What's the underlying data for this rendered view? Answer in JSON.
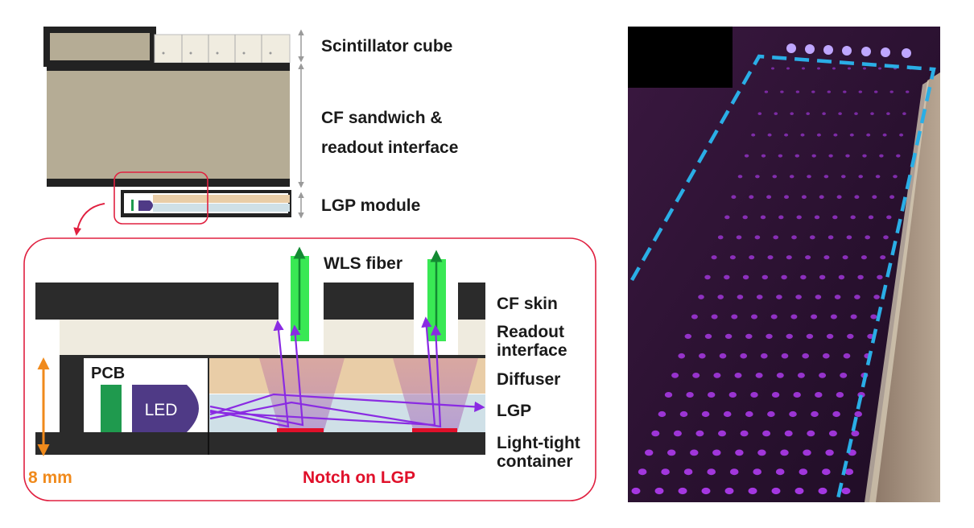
{
  "colors": {
    "frame": "#222222",
    "cf_panel": "#b5ac95",
    "cube": "#f0ece0",
    "readout": "#efebdf",
    "diffuser": "#e9cda7",
    "lgp": "#cfe0e7",
    "pcb": "#1f9a4e",
    "led": "#4f3a86",
    "fiber": "#39e854",
    "fiber_arrow": "#138a32",
    "ray": "#8a2be2",
    "notch": "#e0102a",
    "callout": "#e02040",
    "dimension": "#f08a1c",
    "dashed_outline": "#2aaee6",
    "photo_bg": "#2a1330",
    "photo_dot": "#b33cf5"
  },
  "overview": {
    "scintillator_cube": "Scintillator cube",
    "cf_sandwich_line1": "CF sandwich &",
    "cf_sandwich_line2": "readout interface",
    "lgp_module": "LGP module"
  },
  "detail": {
    "wls_fiber": "WLS fiber",
    "cf_skin": "CF skin",
    "readout_line1": "Readout",
    "readout_line2": "interface",
    "pcb": "PCB",
    "led": "LED",
    "diffuser": "Diffuser",
    "lgp": "LGP",
    "light_tight_line1": "Light-tight",
    "light_tight_line2": "container",
    "thickness": "8 mm",
    "notch": "Notch on LGP"
  }
}
